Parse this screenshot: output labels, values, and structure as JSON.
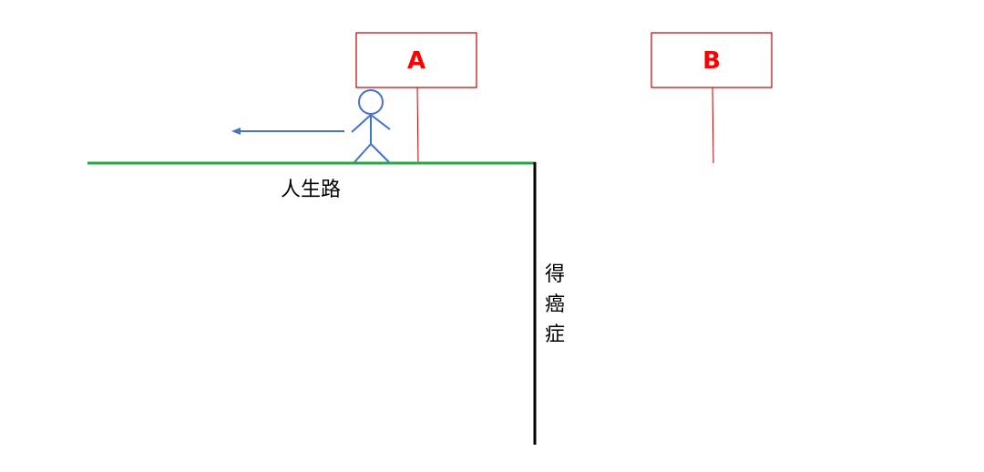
{
  "signs": {
    "a": {
      "label": "A"
    },
    "b": {
      "label": "B"
    }
  },
  "road": {
    "label": "人生路"
  },
  "cliff": {
    "label": [
      "得",
      "癌",
      "症"
    ]
  },
  "colors": {
    "sign_accent": "#c00000",
    "sign_text": "#ff0000",
    "road": "#22a845",
    "figure": "#4472c4",
    "cliff": "#000000",
    "label": "#000000"
  }
}
